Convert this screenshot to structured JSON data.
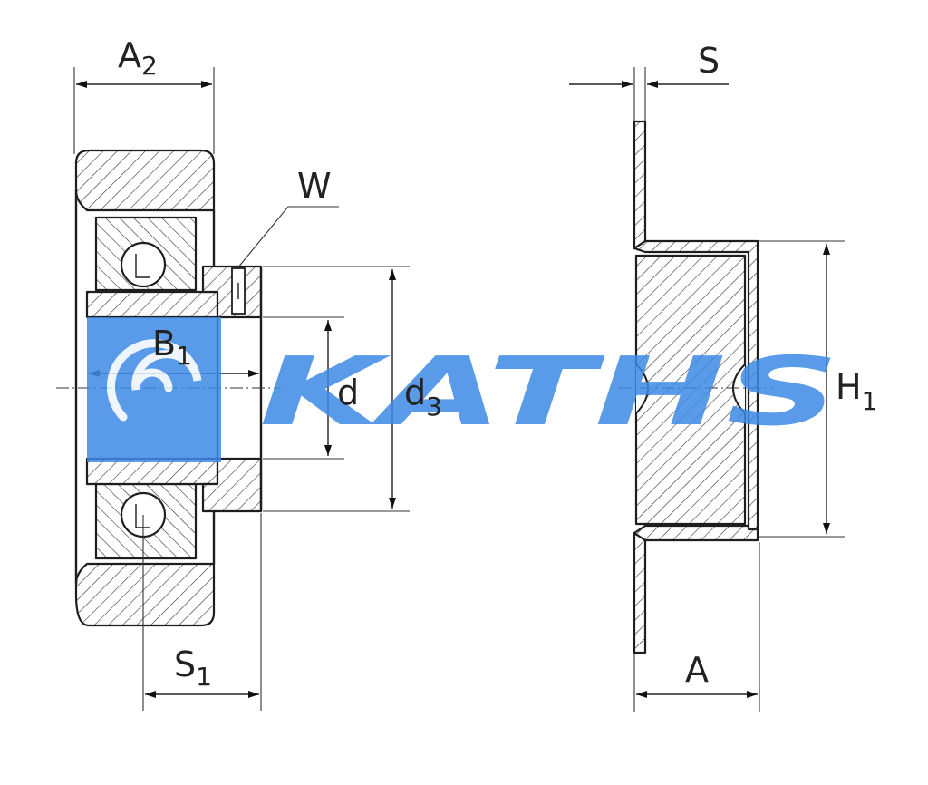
{
  "labels": {
    "a2_main": "A",
    "a2_sub": "2",
    "w": "W",
    "b1_main": "B",
    "b1_sub": "1",
    "d": "d",
    "d3_main": "d",
    "d3_sub": "3",
    "s1_main": "S",
    "s1_sub": "1",
    "s": "S",
    "h1_main": "H",
    "h1_sub": "1",
    "a": "A"
  },
  "watermark": {
    "text": "KATHS",
    "color": "#3d8ae6"
  }
}
